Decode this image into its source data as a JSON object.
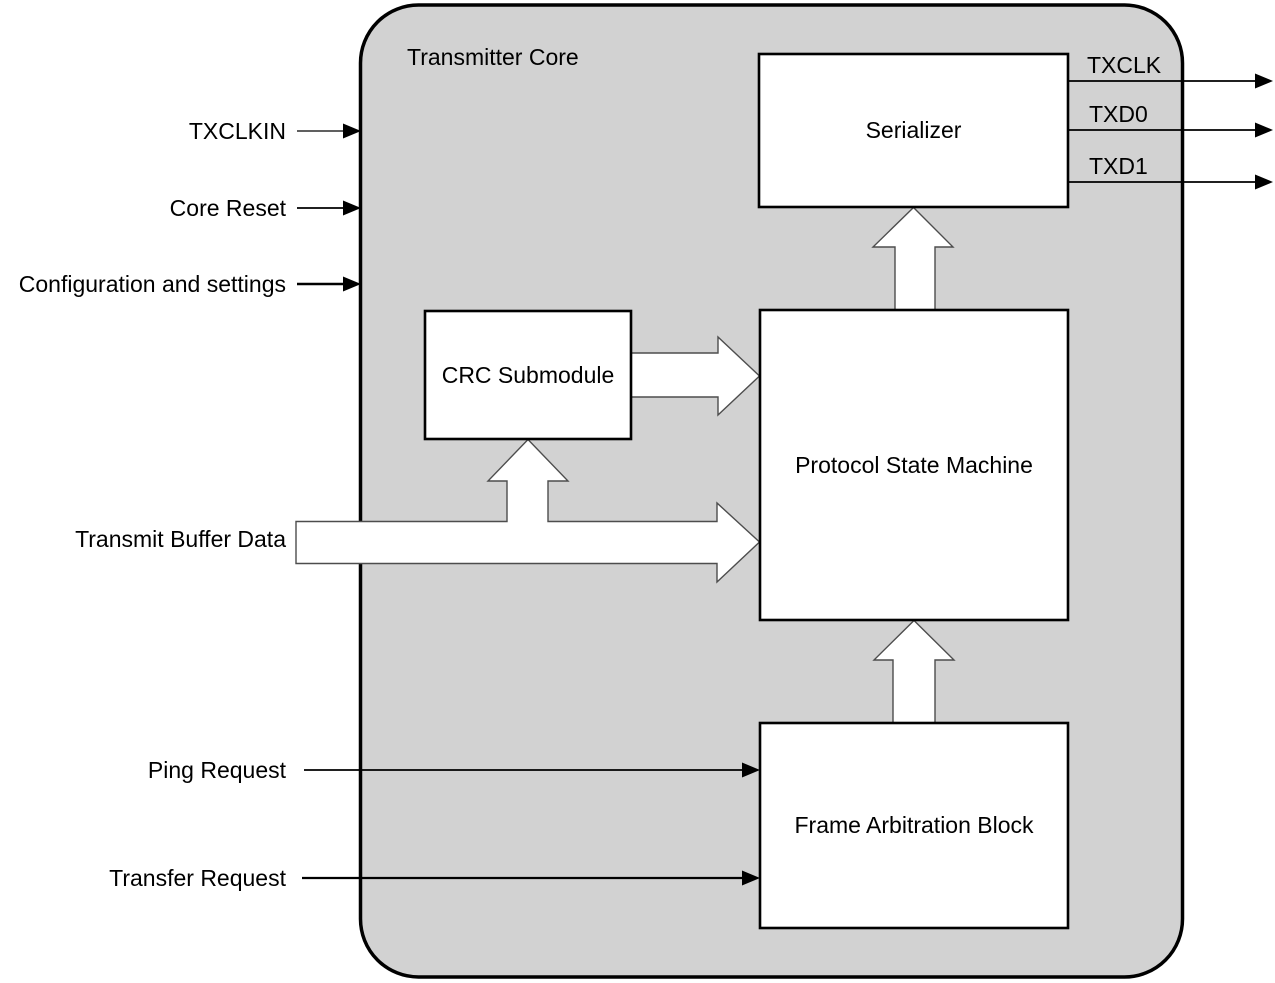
{
  "title": "Transmitter Core",
  "blocks": {
    "serializer": {
      "label": "Serializer"
    },
    "crc": {
      "label": "CRC Submodule"
    },
    "psm": {
      "label": "Protocol State Machine"
    },
    "fab": {
      "label": "Frame Arbitration Block"
    }
  },
  "inputs": {
    "txclkin": {
      "label": "TXCLKIN"
    },
    "core_reset": {
      "label": "Core Reset"
    },
    "configuration": {
      "label": "Configuration and settings"
    },
    "transmit_buffer_data": {
      "label": "Transmit Buffer Data"
    },
    "ping_request": {
      "label": "Ping Request"
    },
    "transfer_request": {
      "label": "Transfer Request"
    }
  },
  "outputs": {
    "txclk": {
      "label": "TXCLK"
    },
    "txd0": {
      "label": "TXD0"
    },
    "txd1": {
      "label": "TXD1"
    }
  },
  "colors": {
    "page_background": "#ffffff",
    "container_fill": "#d2d2d2",
    "container_border": "#000000",
    "block_fill": "#ffffff",
    "block_border": "#000000",
    "block_arrow_fill": "#ffffff",
    "block_arrow_outline": "#4d4d4d",
    "signal_color": "#000000",
    "text_color": "#000000"
  }
}
